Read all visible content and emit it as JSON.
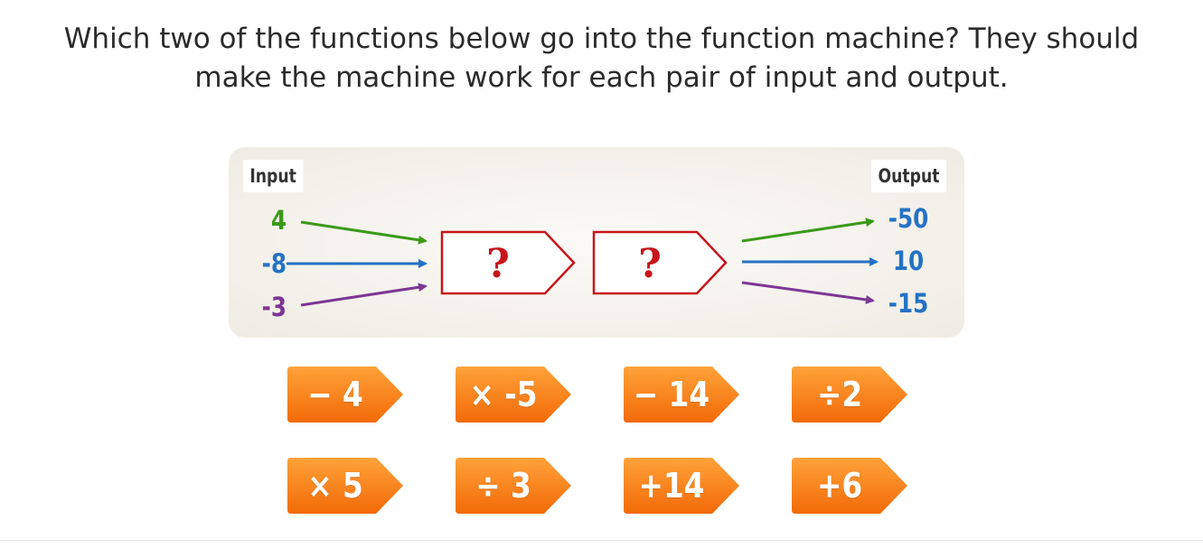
{
  "question": {
    "line1": "Which two of the functions below go into the function machine? They should",
    "line2": "make the machine work for each pair of input and output."
  },
  "machine": {
    "input_label": "Input",
    "output_label": "Output",
    "inputs": [
      "4",
      "-8",
      "-3"
    ],
    "outputs": [
      "-50",
      "10",
      "-15"
    ],
    "unknown_symbol": "?",
    "colors": {
      "green": "#3a9a18",
      "blue": "#2572c4",
      "purple": "#7d3694",
      "unknown_red": "#c8151b"
    }
  },
  "choices": [
    {
      "label": "− 4"
    },
    {
      "label": "× -5"
    },
    {
      "label": "− 14"
    },
    {
      "label": "÷2"
    },
    {
      "label": "× 5"
    },
    {
      "label": "÷ 3"
    },
    {
      "label": "+14"
    },
    {
      "label": "+6"
    }
  ],
  "choice_color": "#f7760f"
}
